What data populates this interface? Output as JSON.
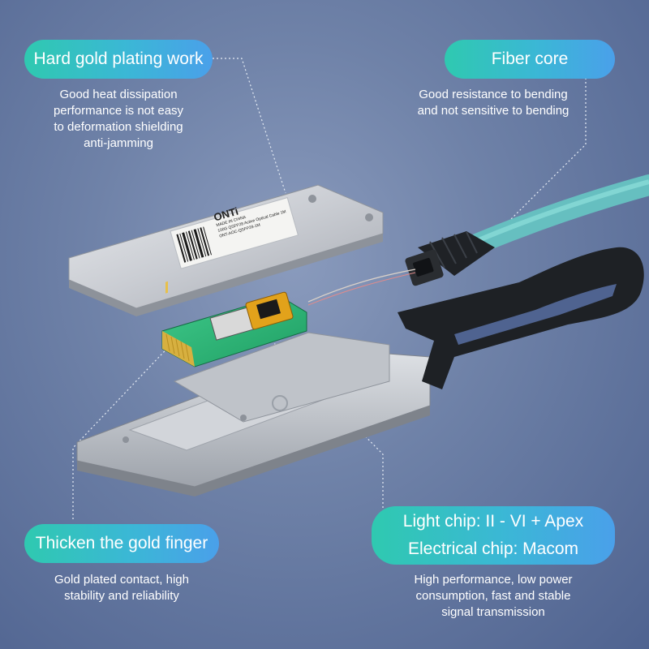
{
  "callouts": {
    "top_left": {
      "title": "Hard gold plating work",
      "lines": [
        "Good heat dissipation",
        "performance is not easy",
        "to deformation shielding",
        "anti-jamming"
      ]
    },
    "top_right": {
      "title": "Fiber core",
      "lines": [
        "Good resistance to bending",
        "and not sensitive to bending"
      ]
    },
    "bottom_left": {
      "title": "Thicken the gold finger",
      "lines": [
        "Gold plated contact, high",
        "stability and reliability"
      ]
    },
    "bottom_right": {
      "title_line1": "Light chip: II - VI + Apex",
      "title_line2": "Electrical chip: Macom",
      "lines": [
        "High performance, low power",
        "consumption, fast and stable",
        "signal transmission"
      ]
    }
  },
  "product_label": {
    "brand": "ONTi",
    "made_in": "MADE IN CHINA",
    "lines": [
      "100G QSFP28 Active Optical Cable 1M",
      "ONT-AOC-QSFP28-1M"
    ]
  },
  "colors": {
    "accent_start": "#2fc9b0",
    "accent_end": "#4aa0ea",
    "cable": "#6fc9c6"
  }
}
